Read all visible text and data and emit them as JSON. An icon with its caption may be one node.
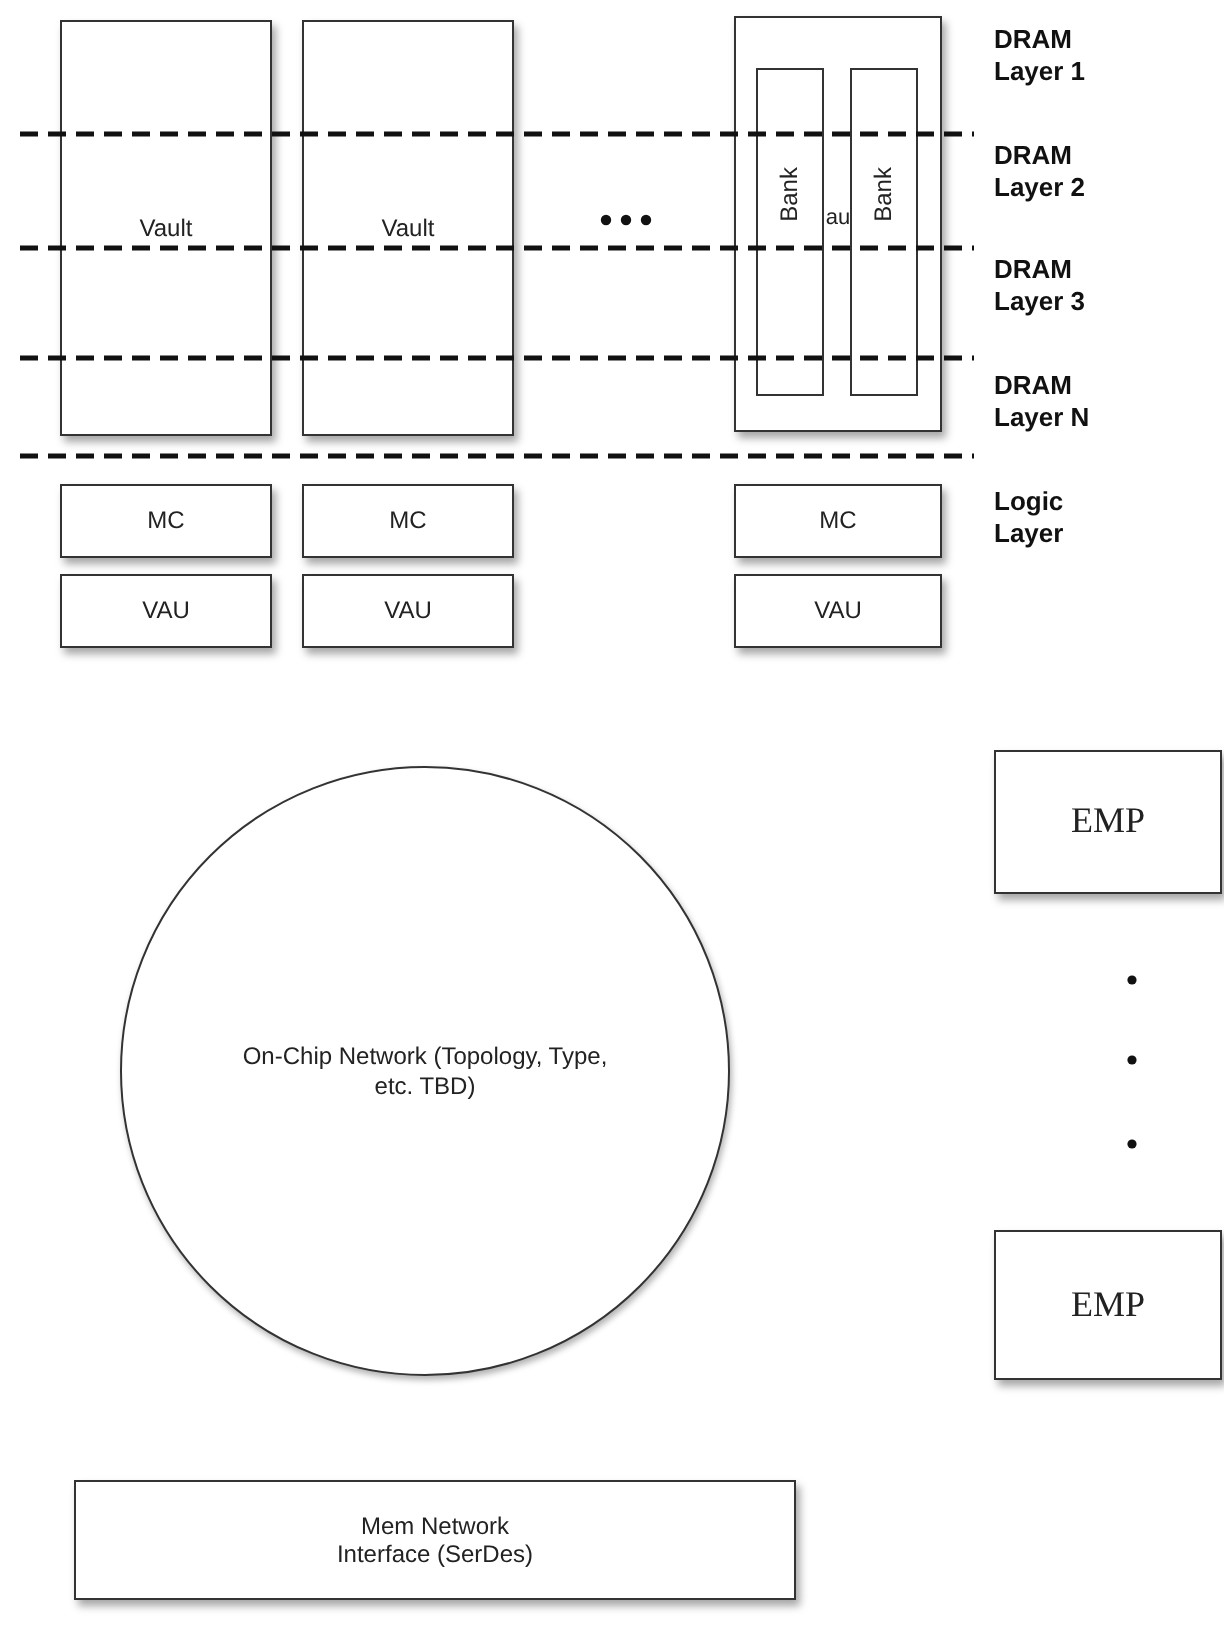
{
  "diagram": {
    "nodes": [
      {
        "text": [
          "Vault"
        ]
      },
      {
        "text": [
          "Vault"
        ]
      },
      {
        "text": [
          "au"
        ]
      },
      {
        "text": [
          "Bank"
        ],
        "in": 2
      },
      {
        "text": [
          "Bank"
        ],
        "in": 2
      },
      {
        "text": [
          "MC"
        ]
      },
      {
        "text": [
          "VAU"
        ]
      },
      {
        "text": [
          "MC"
        ]
      },
      {
        "text": [
          "VAU"
        ]
      },
      {
        "text": [
          "MC"
        ]
      },
      {
        "text": [
          "VAU"
        ]
      },
      {
        "text": [
          "On-Chip Network (Topology, Type, etc. TBD)"
        ]
      },
      {
        "text": [
          "EMP"
        ]
      },
      {
        "text": [
          "EMP"
        ]
      },
      {
        "text": [
          "Mem Network Interface (SerDes)"
        ]
      }
    ],
    "edges": [],
    "labels": [
      "DRAM Layer 1",
      "DRAM Layer 2",
      "DRAM Layer 3",
      "DRAM Layer N",
      "Logic Layer"
    ]
  }
}
